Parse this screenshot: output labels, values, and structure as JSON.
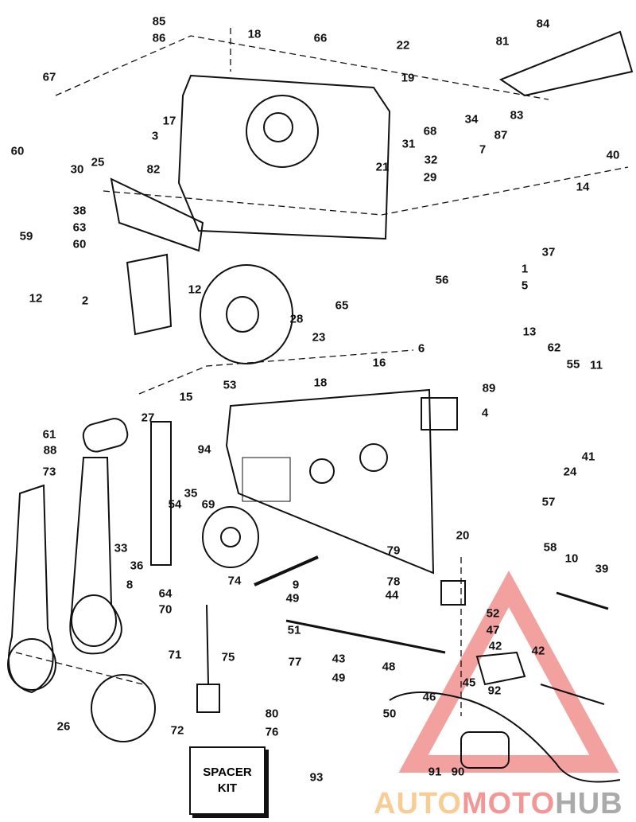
{
  "diagram": {
    "labels": [
      "85",
      "86",
      "18",
      "66",
      "22",
      "84",
      "81",
      "67",
      "19",
      "34",
      "68",
      "83",
      "17",
      "3",
      "31",
      "21",
      "87",
      "40",
      "7",
      "60",
      "82",
      "30",
      "25",
      "32",
      "29",
      "14",
      "38",
      "63",
      "59",
      "60",
      "37",
      "1",
      "5",
      "56",
      "12",
      "2",
      "12",
      "65",
      "28",
      "23",
      "13",
      "62",
      "6",
      "55",
      "11",
      "16",
      "89",
      "18",
      "15",
      "53",
      "4",
      "27",
      "61",
      "94",
      "88",
      "73",
      "41",
      "24",
      "35",
      "54",
      "69",
      "57",
      "20",
      "33",
      "79",
      "58",
      "10",
      "39",
      "36",
      "78",
      "9",
      "8",
      "64",
      "74",
      "49",
      "44",
      "70",
      "52",
      "47",
      "51",
      "75",
      "42",
      "42",
      "43",
      "48",
      "77",
      "71",
      "49",
      "45",
      "92",
      "46",
      "50",
      "26",
      "72",
      "80",
      "76",
      "91",
      "90",
      "93"
    ],
    "spacer_kit": {
      "line1": "SPACER",
      "line2": "KIT"
    }
  },
  "watermark": {
    "part1": "AUTO",
    "part2": "MOTO",
    "part3": "HUB"
  }
}
